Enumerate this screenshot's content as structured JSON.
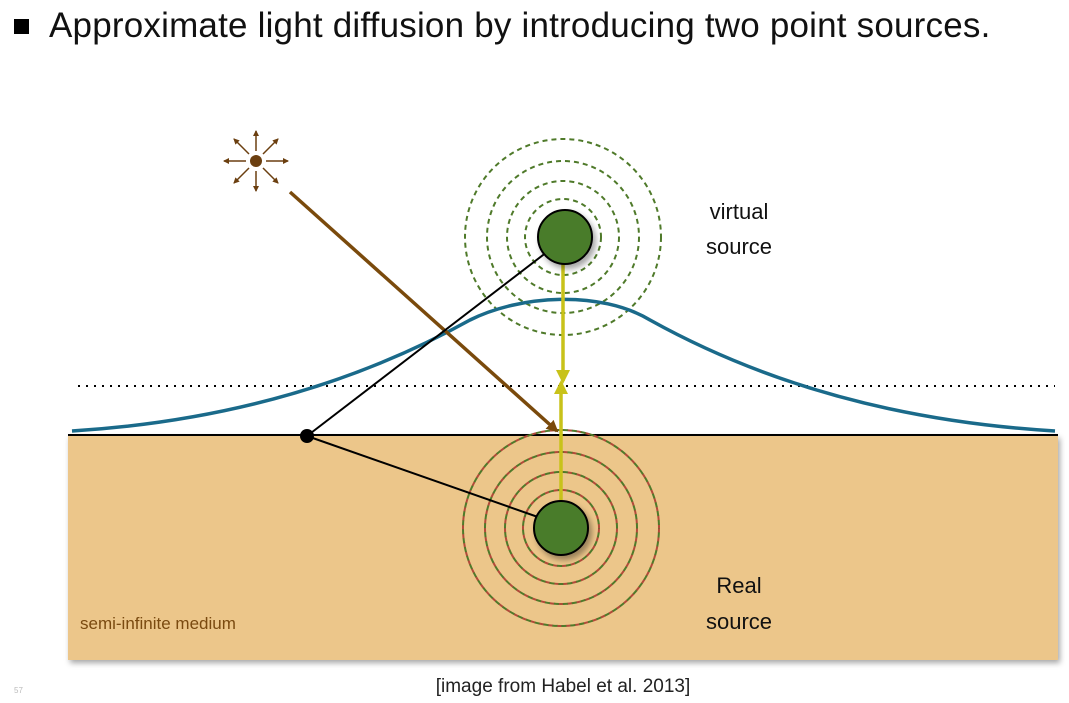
{
  "slide": {
    "bullet_text": "Approximate light diffusion by introducing two point sources.",
    "caption": "[image from Habel et al. 2013]",
    "slide_number": "57"
  },
  "diagram": {
    "virtual_source_label": [
      "virtual",
      "source"
    ],
    "real_source_label": [
      "Real",
      "source"
    ],
    "medium_label": "semi-infinite medium"
  },
  "colors": {
    "medium": "#ecc68a",
    "source_fill": "#4a7b2a",
    "dashed_ring": "#4f7a2a",
    "real_ring_red": "#b24a3a",
    "profile_curve": "#1a6a8a",
    "incident_ray": "#7a4a0c",
    "dipole_axis": "#c8c21a",
    "medium_text": "#7a4a10"
  }
}
